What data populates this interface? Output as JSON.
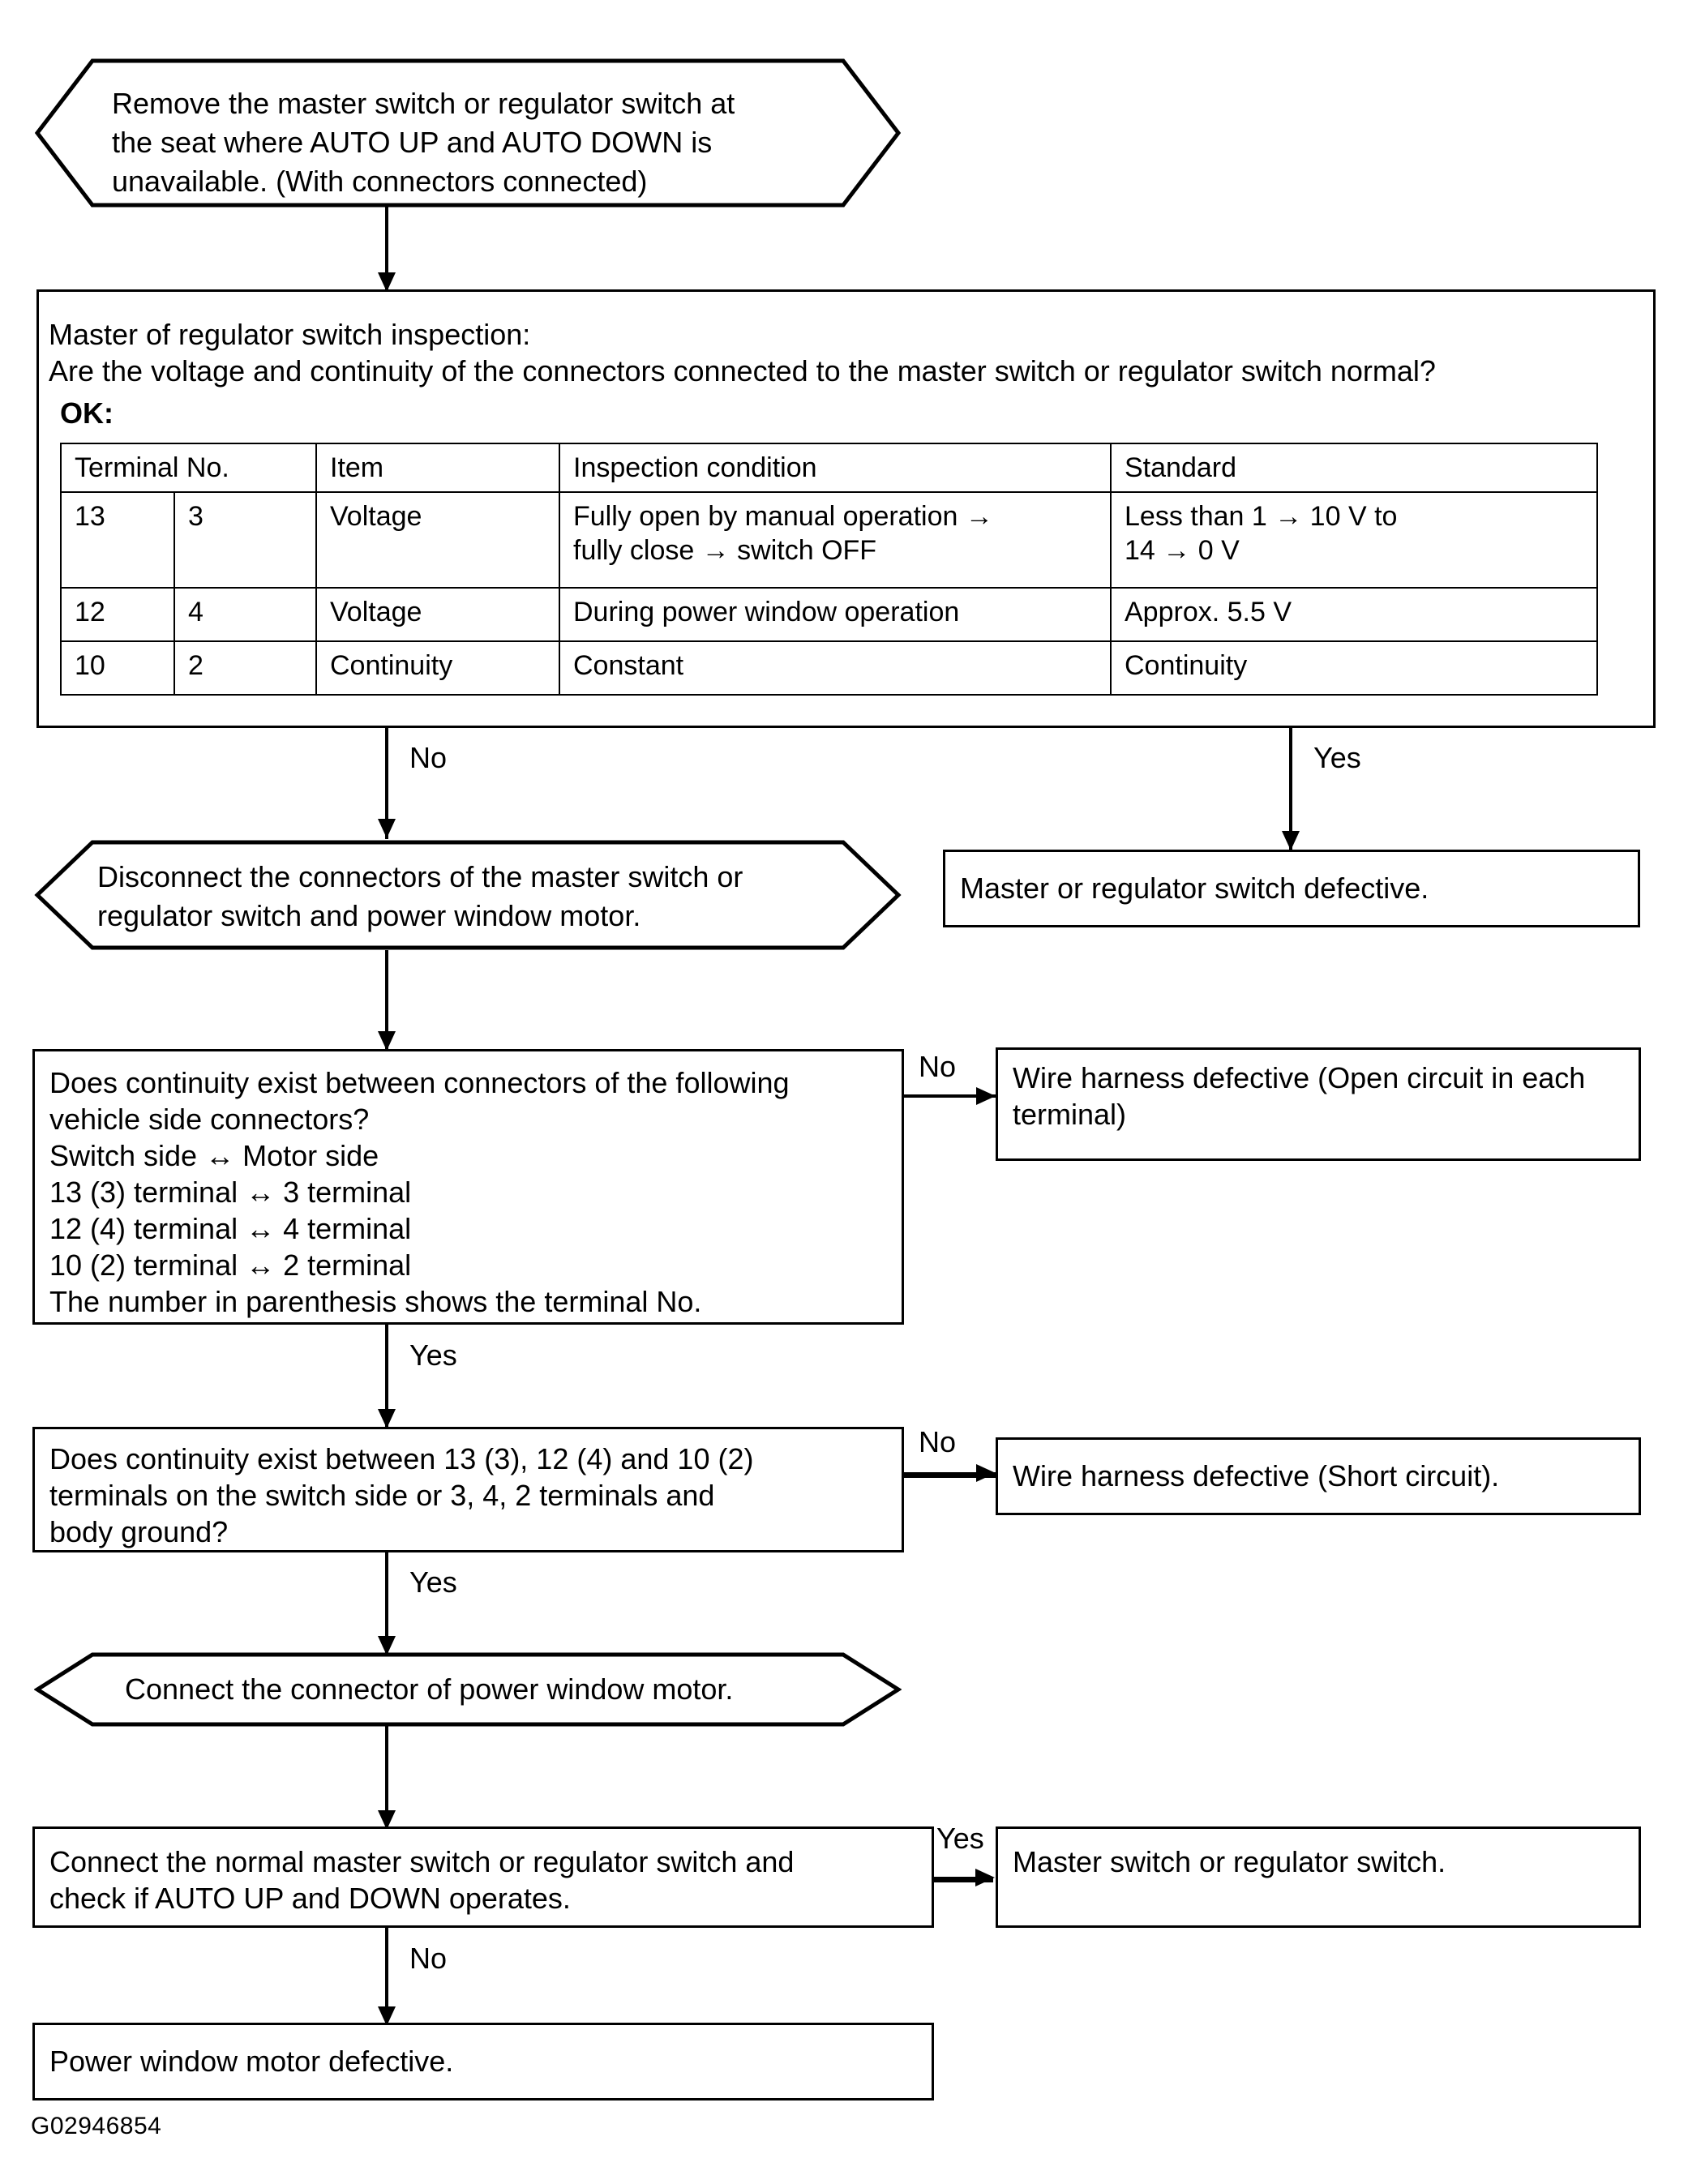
{
  "diagram": {
    "id_code": "G02946854",
    "nodes": {
      "n1_remove": {
        "shape": "hexagon",
        "lines": [
          "Remove the master switch or regulator switch at",
          "the seat where AUTO UP and AUTO DOWN is",
          "unavailable. (With connectors connected)"
        ]
      },
      "n2_inspection": {
        "shape": "rect",
        "title": "Master of regulator switch inspection:",
        "question": "Are the voltage and continuity of the connectors connected to the master switch or regulator switch normal?",
        "ok_label": "OK:"
      },
      "n3_disconnect": {
        "shape": "hexagon",
        "lines": [
          "Disconnect the connectors of the master switch or",
          "regulator switch and power window motor."
        ]
      },
      "n4_master_defective": {
        "shape": "rect",
        "lines": [
          "Master or regulator switch defective."
        ]
      },
      "n5_continuity_q": {
        "shape": "rect",
        "lines": [
          "Does continuity exist between connectors of the following",
          "vehicle side connectors?",
          "Switch side ↔ Motor side",
          "13 (3) terminal ↔ 3 terminal",
          "12 (4) terminal ↔ 4 terminal",
          "10 (2) terminal ↔ 2 terminal",
          "The number in parenthesis shows the terminal No."
        ]
      },
      "n6_open_circuit": {
        "shape": "rect",
        "lines": [
          "Wire harness defective (Open circuit in each",
          "terminal)"
        ]
      },
      "n7_short_q": {
        "shape": "rect",
        "lines": [
          "Does continuity exist between 13 (3), 12 (4) and 10 (2)",
          "terminals on the switch side or 3, 4, 2 terminals and",
          "body ground?"
        ]
      },
      "n8_short_circuit": {
        "shape": "rect",
        "lines": [
          "Wire harness defective (Short circuit)."
        ]
      },
      "n9_connect_motor": {
        "shape": "hexagon",
        "lines": [
          "Connect the connector of power window motor."
        ]
      },
      "n10_connect_normal": {
        "shape": "rect",
        "lines": [
          "Connect the normal master switch or regulator switch and",
          "check if AUTO UP and DOWN operates."
        ]
      },
      "n11_master_switch": {
        "shape": "rect",
        "lines": [
          "Master switch or regulator switch."
        ]
      },
      "n12_motor_defective": {
        "shape": "rect",
        "lines": [
          "Power window motor defective."
        ]
      }
    },
    "edge_labels": {
      "e1_no": "No",
      "e2_yes": "Yes",
      "e3_no": "No",
      "e4_yes": "Yes",
      "e5_no": "No",
      "e6_yes": "Yes",
      "e7_yes": "Yes",
      "e8_no": "No"
    }
  },
  "chart_data": {
    "type": "table",
    "title": "OK:",
    "columns": [
      "Terminal No.",
      "",
      "Item",
      "Inspection condition",
      "Standard"
    ],
    "rows": [
      {
        "terminal_switch": "13",
        "terminal_motor": "3",
        "item": "Voltage",
        "condition": [
          "Fully open by manual operation →",
          "fully close → switch OFF"
        ],
        "standard": [
          "Less than 1 → 10 V to",
          "14 → 0 V"
        ]
      },
      {
        "terminal_switch": "12",
        "terminal_motor": "4",
        "item": "Voltage",
        "condition": [
          "During power window operation"
        ],
        "standard": [
          "Approx. 5.5 V"
        ]
      },
      {
        "terminal_switch": "10",
        "terminal_motor": "2",
        "item": "Continuity",
        "condition": [
          "Constant"
        ],
        "standard": [
          "Continuity"
        ]
      }
    ]
  }
}
